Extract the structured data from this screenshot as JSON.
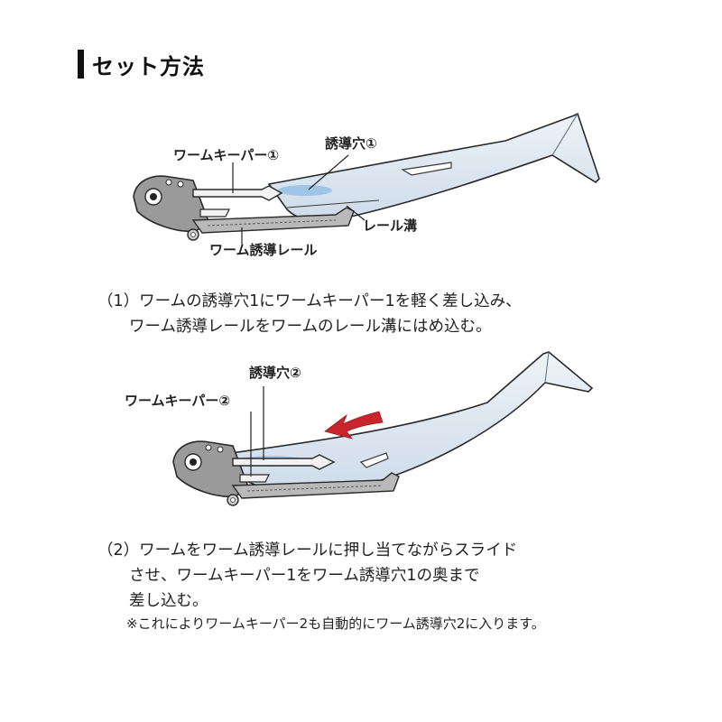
{
  "section": {
    "title": "セット方法"
  },
  "figure1": {
    "callouts": {
      "worm_keeper": "ワームキーパー①",
      "guide_hole": "誘導穴①",
      "rail_groove": "レール溝",
      "guide_rail": "ワーム誘導レール"
    },
    "caption_lines": [
      "（1）ワームの誘導穴1にワームキーパー1を軽く差し込み、",
      "　　ワーム誘導レールをワームのレール溝にはめ込む。"
    ]
  },
  "figure2": {
    "callouts": {
      "guide_hole": "誘導穴②",
      "worm_keeper": "ワームキーパー②"
    },
    "caption_lines": [
      "（2）ワームをワーム誘導レールに押し当てながらスライド",
      "　　させ、ワームキーパー1をワーム誘導穴1の奥まで",
      "　　差し込む。"
    ],
    "note": "※これによりワームキーパー2も自動的にワーム誘導穴2に入ります。"
  },
  "colors": {
    "worm_fill": "#dde7f1",
    "worm_stroke": "#2a2a2a",
    "head_fill": "#9a9a9a",
    "arrow": "#c8252c"
  }
}
